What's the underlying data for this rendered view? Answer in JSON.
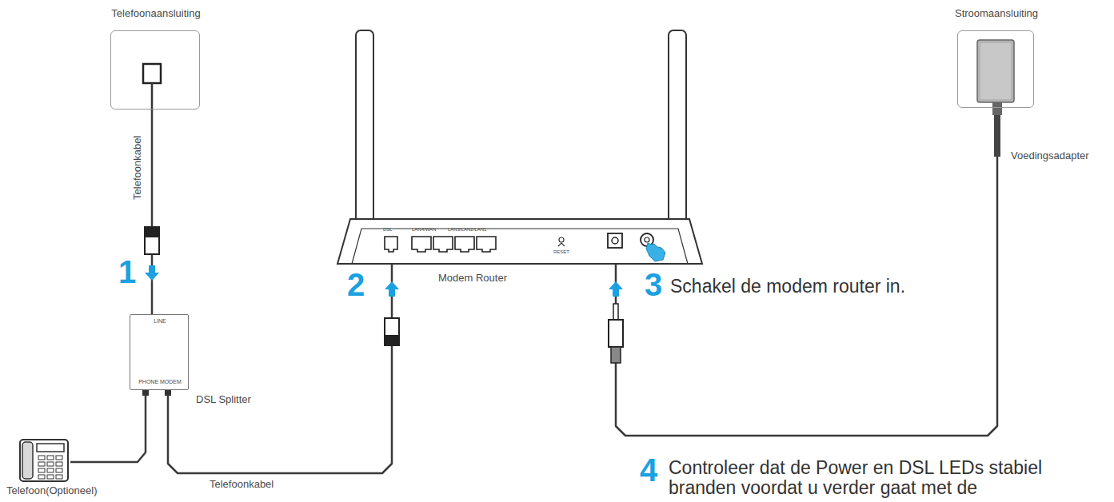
{
  "diagram": {
    "nodes": [
      {
        "text": [
          "Telefoonaansluiting"
        ]
      },
      {
        "text": [
          "LINE",
          "PHONE MODEM",
          "DSL Splitter"
        ]
      },
      {
        "text": [
          "Telefoon(Optioneel)"
        ]
      },
      {
        "text": [
          "DSL",
          "LAN4/WAN",
          "LAN3/LAN2/LAN1",
          "RESET",
          "Modem Router"
        ]
      },
      {
        "text": [
          "Stroomaansluiting",
          "Voedingsadapter"
        ]
      }
    ],
    "edges": [
      {
        "from": 0,
        "to": 1,
        "label": "Telefoonkabel",
        "arrow": "none"
      },
      {
        "from": 1,
        "to": 2,
        "arrow": "none"
      },
      {
        "from": 1,
        "to": 3,
        "label": "Telefoonkabel",
        "arrow": "none"
      },
      {
        "from": 4,
        "to": 3,
        "arrow": "none"
      }
    ],
    "labels": [
      "1",
      "2",
      "3",
      "Schakel de modem router in.",
      "4",
      "Controleer dat de Power en DSL LEDs stabiel branden voordat u verder gaat met de"
    ]
  }
}
